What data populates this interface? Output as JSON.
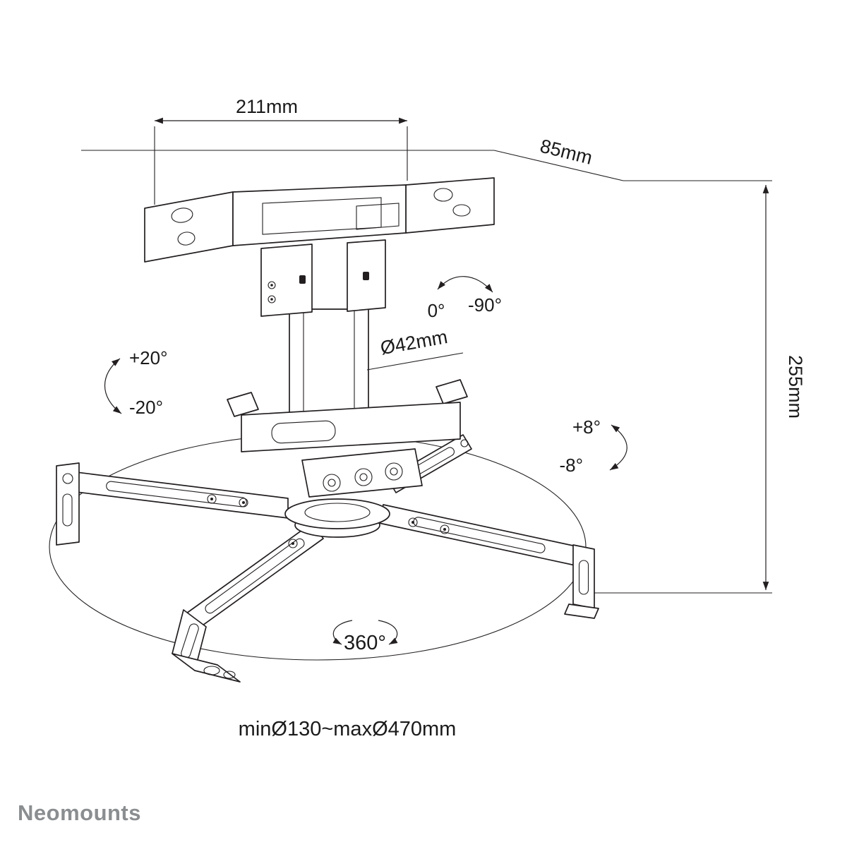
{
  "page": {
    "background": "#ffffff"
  },
  "drawing": {
    "line_color": "#231f20",
    "text_color": "#1a1a1a",
    "subject": "projector-ceiling-mount-technical-drawing"
  },
  "dimensions": {
    "plate_width": "211mm",
    "plate_depth": "85mm",
    "total_height": "255mm",
    "pole_diameter": "Ø42mm",
    "footprint_range": "minØ130~maxØ470mm"
  },
  "angles": {
    "tilt_start": "0°",
    "tilt_end": "-90°",
    "swivel_up": "+20°",
    "swivel_down": "-20°",
    "level_up": "+8°",
    "level_down": "-8°",
    "rotation": "360°"
  },
  "branding": {
    "logo": "Neomounts",
    "logo_color": "#8b8e90"
  }
}
